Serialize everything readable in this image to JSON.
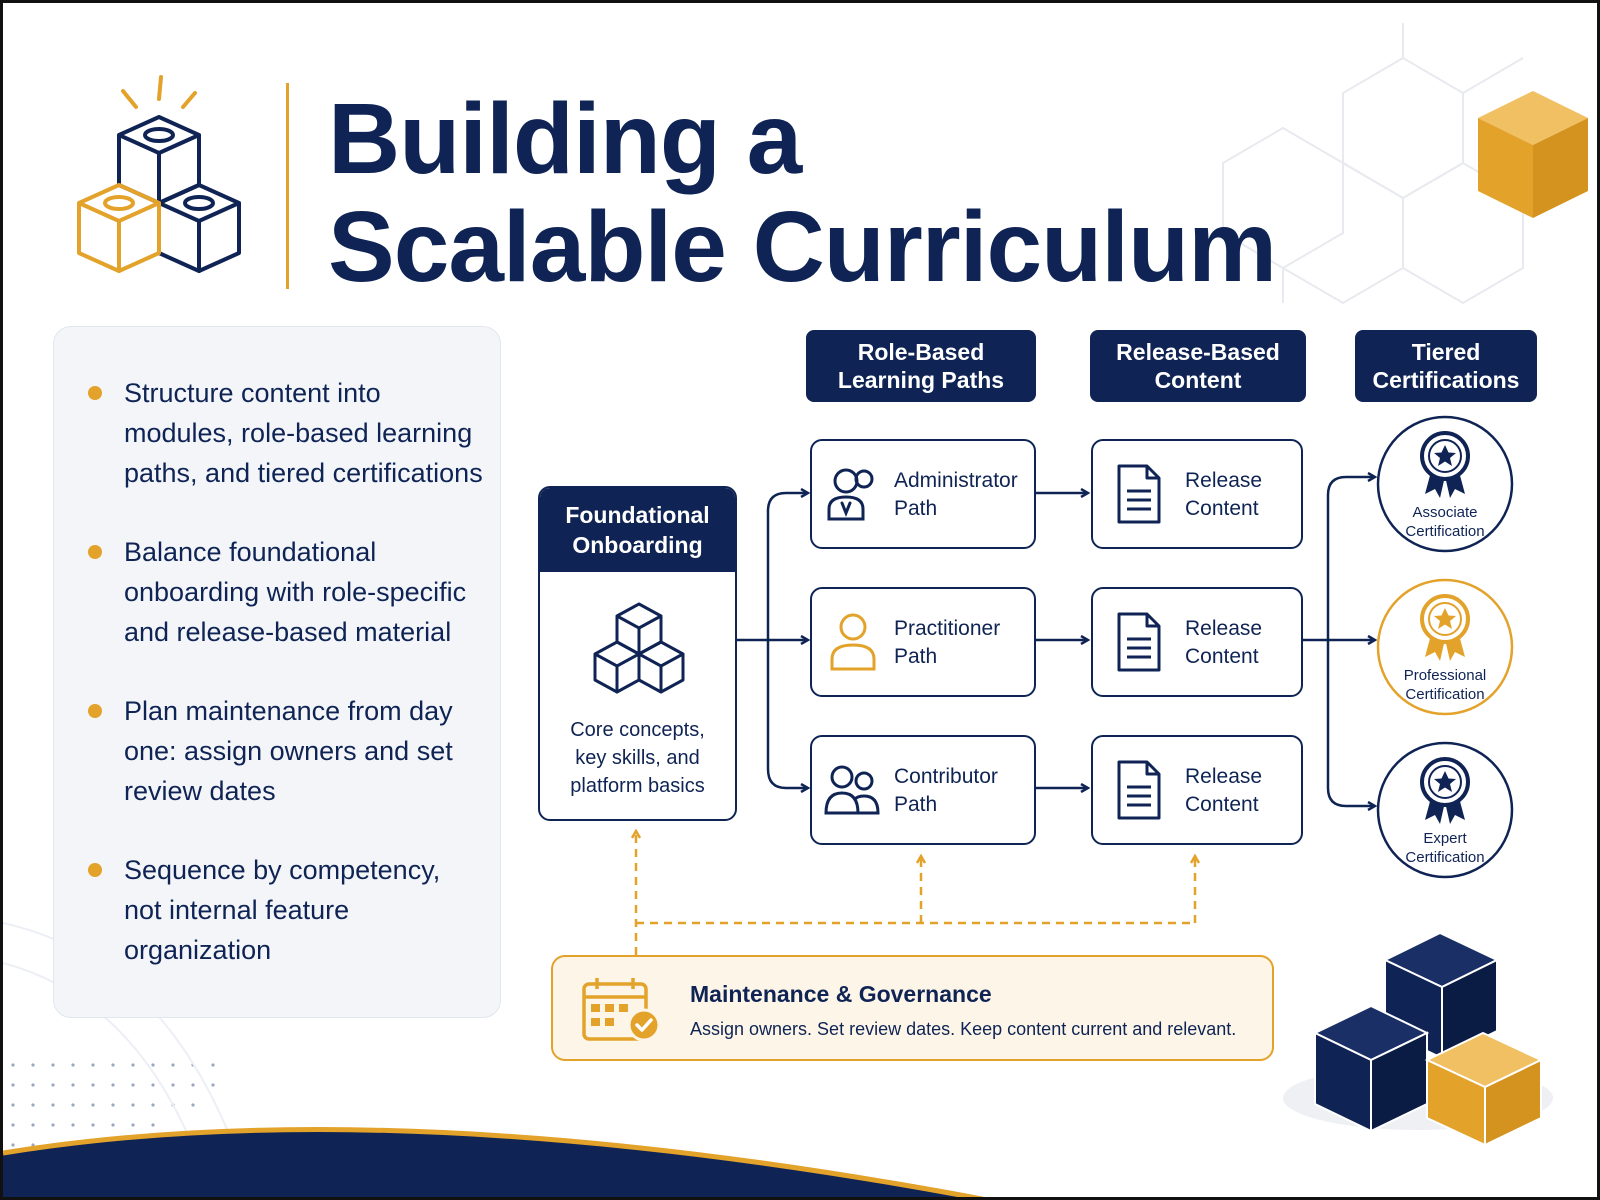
{
  "title": {
    "line1": "Building a",
    "line2": "Scalable Curriculum"
  },
  "colors": {
    "navy": "#0f2454",
    "gold": "#e3a22a",
    "panel": "#f3f5f9",
    "maint_bg": "#fdf6e8"
  },
  "bullets": [
    "Structure content into modules, role-based learning paths, and tiered certifications",
    "Balance foundational onboarding with role-specific and release-based material",
    "Plan maintenance from day one: assign owners and set review dates",
    "Sequence by competency, not internal feature organization"
  ],
  "column_headers": {
    "paths": "Role-Based\nLearning Paths",
    "release": "Release-Based\nContent",
    "certs": "Tiered\nCertifications"
  },
  "foundational": {
    "title": "Foundational\nOnboarding",
    "description": "Core concepts,\nkey skills, and\nplatform basics",
    "icon": "cubes-icon"
  },
  "paths": [
    {
      "label": "Administrator\nPath",
      "icon": "admin-user-icon"
    },
    {
      "label": "Practitioner\nPath",
      "icon": "user-icon"
    },
    {
      "label": "Contributor\nPath",
      "icon": "users-group-icon"
    }
  ],
  "release_items": [
    {
      "label": "Release\nContent",
      "icon": "document-icon"
    },
    {
      "label": "Release\nContent",
      "icon": "document-icon"
    },
    {
      "label": "Release\nContent",
      "icon": "document-icon"
    }
  ],
  "certifications": [
    {
      "label": "Associate\nCertification",
      "icon": "medal-icon",
      "color": "#0f2454"
    },
    {
      "label": "Professional\nCertification",
      "icon": "medal-icon",
      "color": "#e3a22a"
    },
    {
      "label": "Expert\nCertification",
      "icon": "medal-icon",
      "color": "#0f2454"
    }
  ],
  "maintenance": {
    "title": "Maintenance & Governance",
    "description": "Assign owners. Set review dates. Keep content current and relevant.",
    "icon": "calendar-check-icon"
  }
}
